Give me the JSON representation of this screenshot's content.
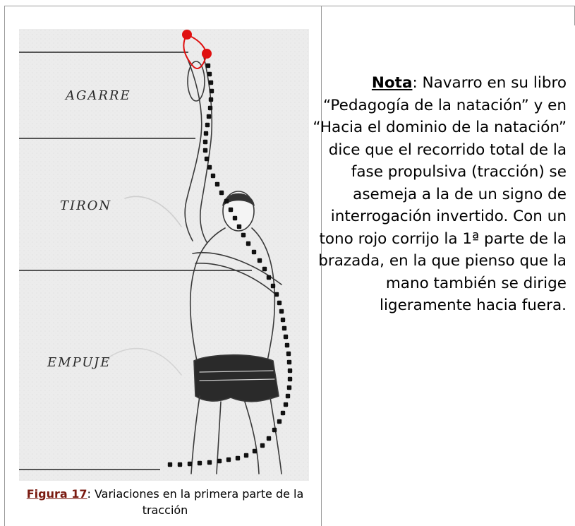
{
  "figure": {
    "labels": {
      "agarre": "AGARRE",
      "tiron": "TIRON",
      "empuje": "EMPUJE"
    },
    "caption": {
      "label": "Figura 17",
      "text": ": Variaciones en la primera parte de la tracción"
    },
    "colors": {
      "path_black": "#111111",
      "path_red": "#e01010",
      "page_background": "#ebebeb"
    }
  },
  "note": {
    "label": "Nota",
    "text": ": Navarro en su libro “Pedagogía de la natación” y en “Hacia el dominio de la natación” dice que el recorrido total de la fase propulsiva (tracción) se asemeja a la de un signo de interrogación invertido. Con un tono rojo corrijo la 1ª parte de la brazada, en la que pienso que la mano también se dirige ligeramente hacia fuera."
  }
}
